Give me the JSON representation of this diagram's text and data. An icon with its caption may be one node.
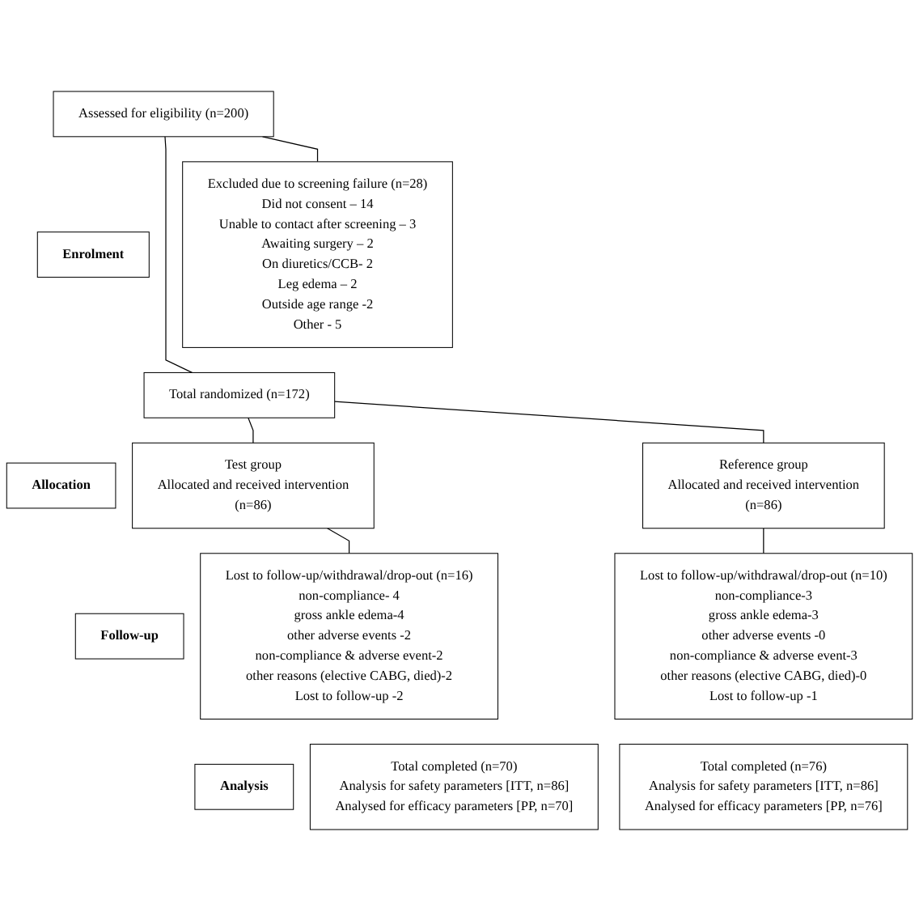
{
  "diagram": {
    "nodes": [
      {
        "text": [
          "Enrolment"
        ]
      },
      {
        "text": [
          "Assessed for eligibility (n=200)"
        ]
      },
      {
        "text": [
          "Excluded due to screening failure (n=28)",
          "Did not consent – 14",
          "Unable to contact after screening – 3",
          "Awaiting surgery – 2",
          "On diuretics/CCB- 2",
          "Leg edema – 2",
          "Outside age range -2",
          "Other - 5"
        ]
      },
      {
        "text": [
          "Total randomized (n=172)"
        ]
      },
      {
        "text": [
          "Allocation"
        ]
      },
      {
        "text": [
          "Test group",
          "Allocated and received intervention",
          "(n=86)"
        ]
      },
      {
        "text": [
          "Reference group",
          "Allocated and received intervention",
          "(n=86)"
        ]
      },
      {
        "text": [
          "Follow-up"
        ]
      },
      {
        "text": [
          "Lost to follow-up/withdrawal/drop-out (n=16)",
          "non-compliance- 4",
          "gross ankle edema-4",
          "other adverse events -2",
          "non-compliance & adverse event-2",
          "other reasons (elective CABG, died)-2",
          "Lost to follow-up -2"
        ]
      },
      {
        "text": [
          "Lost to follow-up/withdrawal/drop-out (n=10)",
          "non-compliance-3",
          "gross ankle edema-3",
          "other adverse events -0",
          "non-compliance & adverse event-3",
          "other reasons (elective CABG, died)-0",
          "Lost to follow-up -1"
        ]
      },
      {
        "text": [
          "Analysis"
        ]
      },
      {
        "text": [
          "Total completed (n=70)",
          "Analysis for safety parameters [ITT, n=86]",
          "Analysed for efficacy parameters [PP, n=70]"
        ]
      },
      {
        "text": [
          "Total completed (n=76)",
          "Analysis for safety parameters [ITT, n=86]",
          "Analysed for efficacy parameters [PP, n=76]"
        ]
      }
    ],
    "edges": [
      {
        "from": 1,
        "to": 3,
        "arrow": "none"
      },
      {
        "from": 1,
        "to": 2,
        "arrow": "none"
      },
      {
        "from": 3,
        "to": 5,
        "arrow": "none"
      },
      {
        "from": 3,
        "to": 6,
        "arrow": "none"
      },
      {
        "from": 5,
        "to": 8,
        "arrow": "none"
      },
      {
        "from": 6,
        "to": 9,
        "arrow": "none"
      }
    ]
  }
}
